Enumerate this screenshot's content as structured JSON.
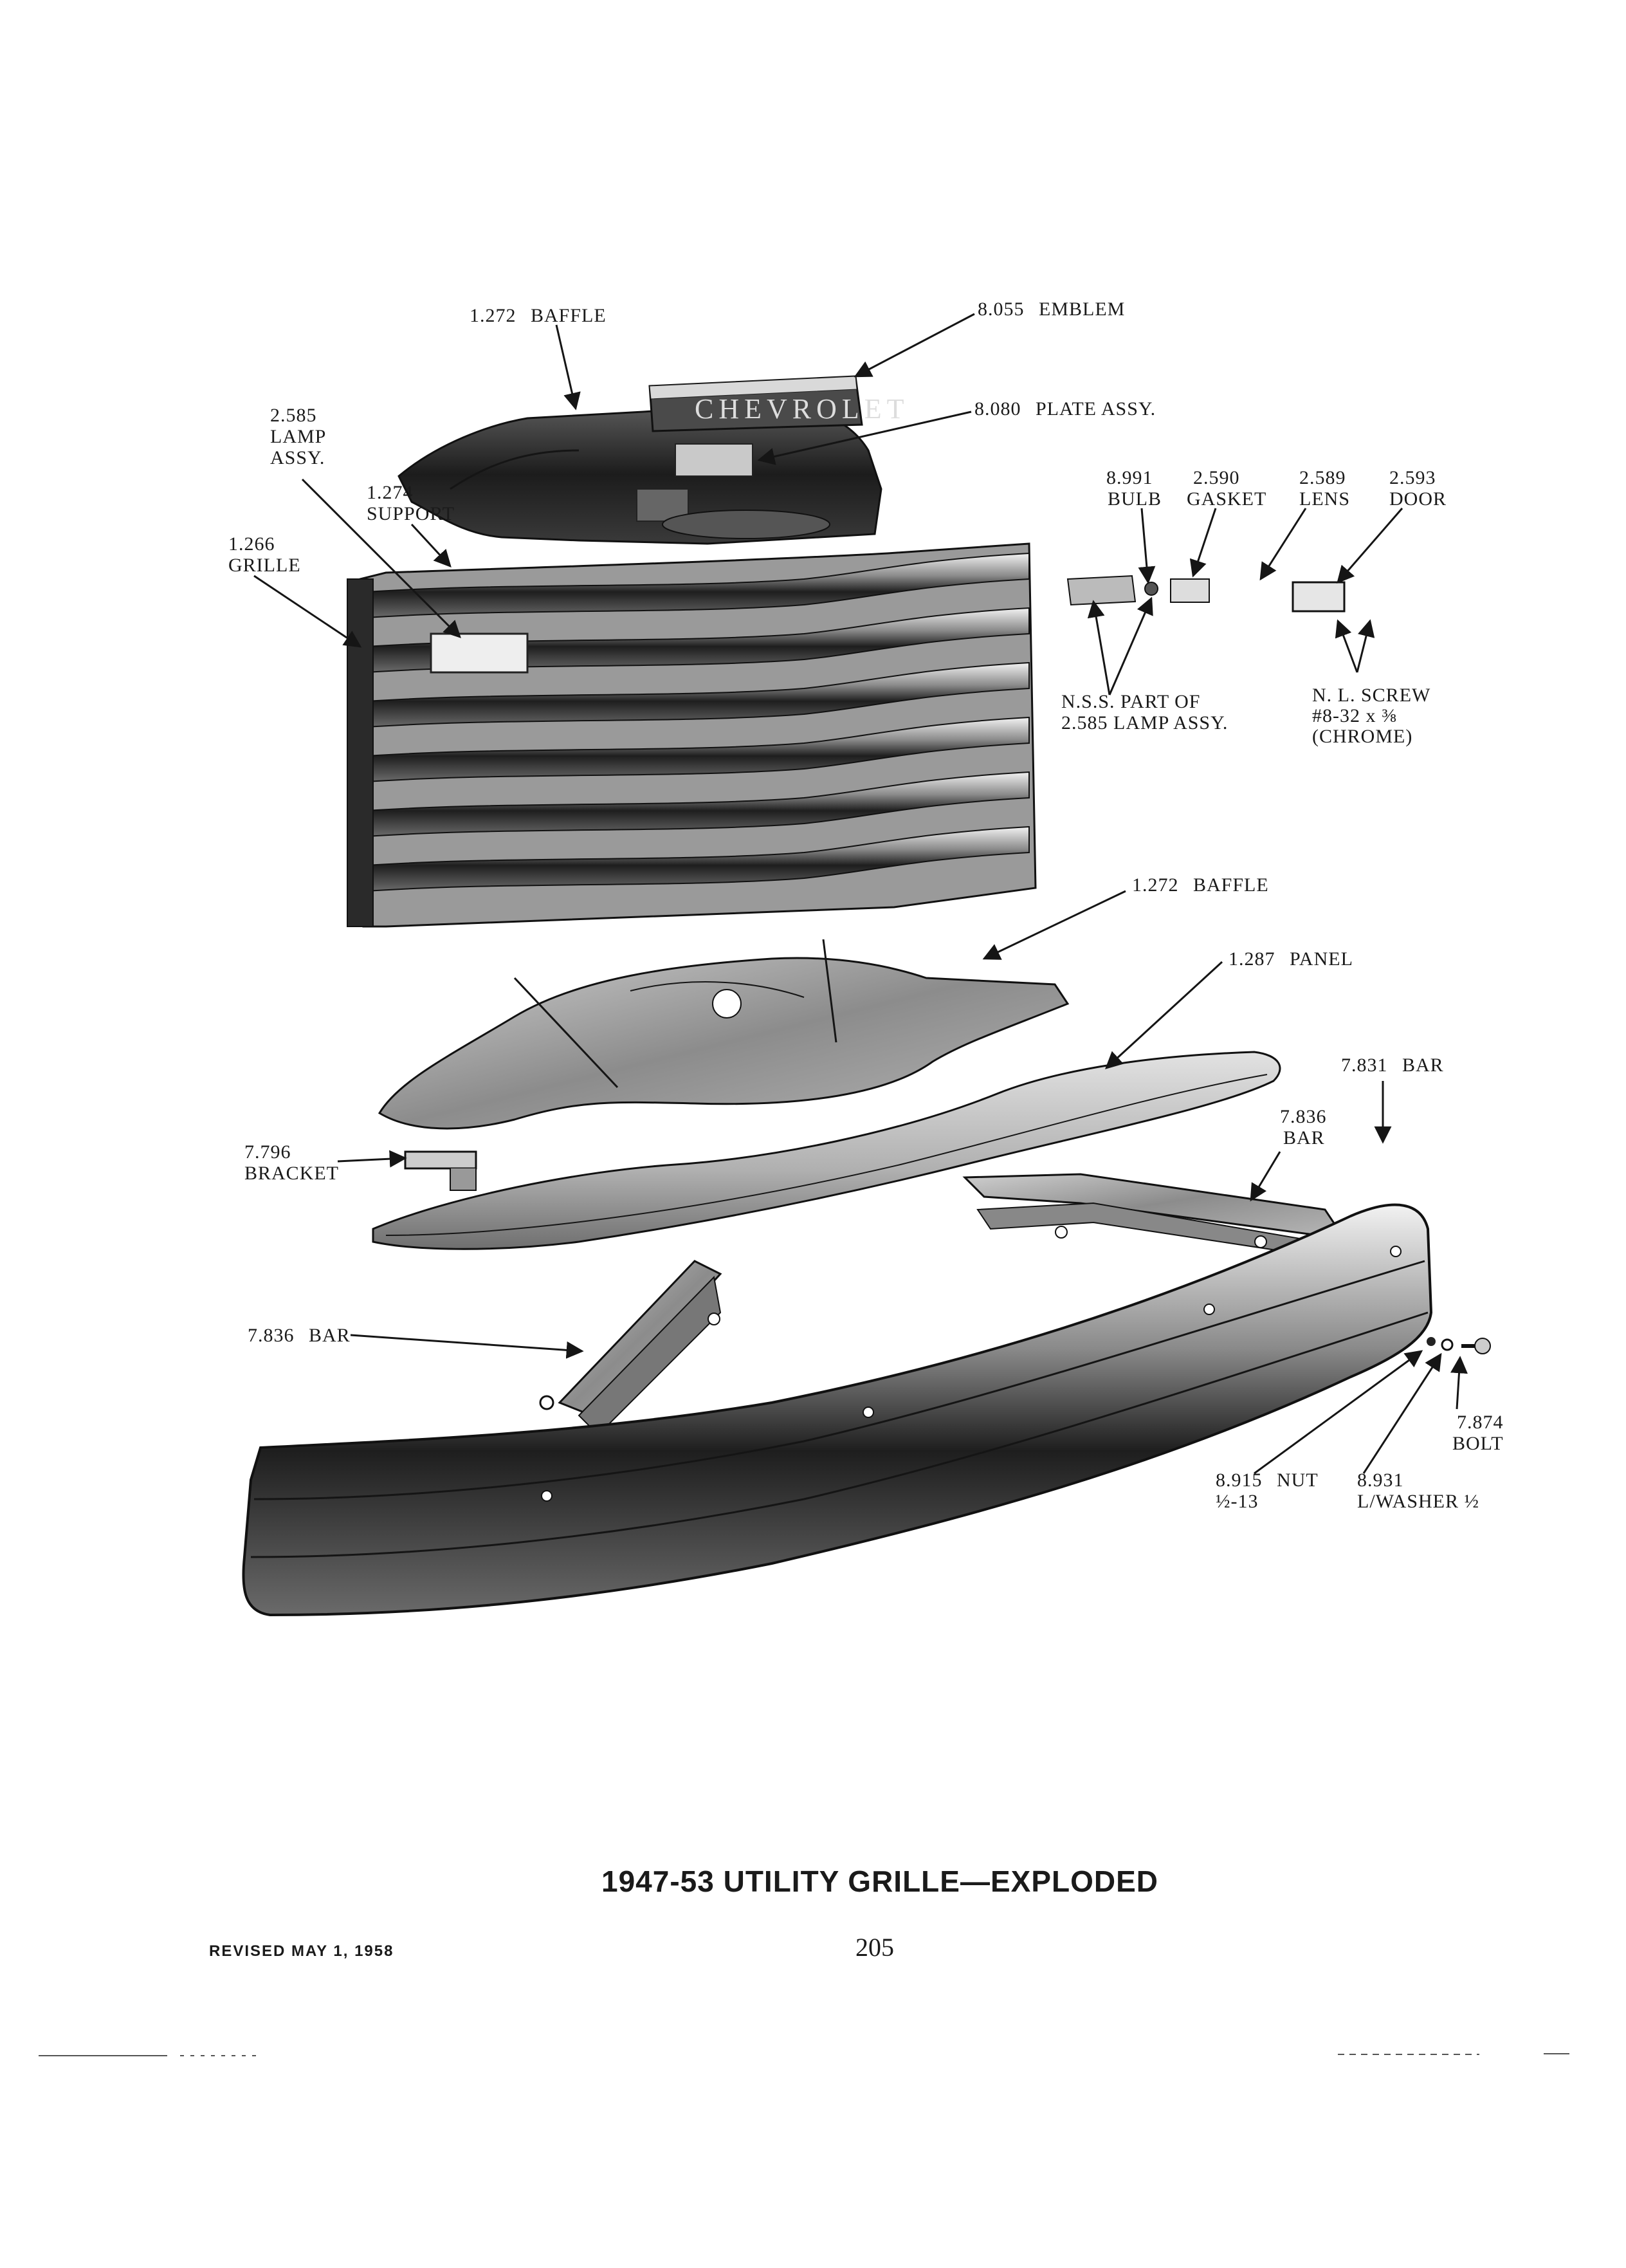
{
  "labels": {
    "baffle_top": {
      "num": "1.272",
      "name": "BAFFLE"
    },
    "emblem": {
      "num": "8.055",
      "name": "EMBLEM"
    },
    "plate": {
      "num": "8.080",
      "name": "PLATE ASSY."
    },
    "lamp": {
      "num": "2.585",
      "line1": "LAMP",
      "line2": "ASSY."
    },
    "support": {
      "num": "1.274",
      "name": "SUPPORT"
    },
    "grille": {
      "num": "1.266",
      "name": "GRILLE"
    },
    "bulb": {
      "num": "8.991",
      "name": "BULB"
    },
    "gasket": {
      "num": "2.590",
      "name": "GASKET"
    },
    "lens": {
      "num": "2.589",
      "name": "LENS"
    },
    "door": {
      "num": "2.593",
      "name": "DOOR"
    },
    "nss": {
      "line1": "N.S.S. PART OF",
      "line2": "2.585 LAMP ASSY."
    },
    "screw": {
      "line1": "N. L. SCREW",
      "line2": "#8-32 x ⅜",
      "line3": "(CHROME)"
    },
    "baffle_lower": {
      "num": "1.272",
      "name": "BAFFLE"
    },
    "panel": {
      "num": "1.287",
      "name": "PANEL"
    },
    "bar_831": {
      "num": "7.831",
      "name": "BAR"
    },
    "bar_836_right": {
      "num": "7.836",
      "name": "BAR"
    },
    "bracket": {
      "num": "7.796",
      "name": "BRACKET"
    },
    "bar_836_left": {
      "num": "7.836",
      "name": "BAR"
    },
    "bolt": {
      "num": "7.874",
      "name": "BOLT"
    },
    "nut": {
      "num": "8.915",
      "name": "NUT",
      "size": "½-13"
    },
    "washer": {
      "num": "8.931",
      "name": "L/WASHER ½"
    }
  },
  "emblem_text": "CHEVROLET",
  "title": "1947-53 UTILITY GRILLE—EXPLODED",
  "revised": "REVISED MAY 1, 1958",
  "page_number": "205"
}
